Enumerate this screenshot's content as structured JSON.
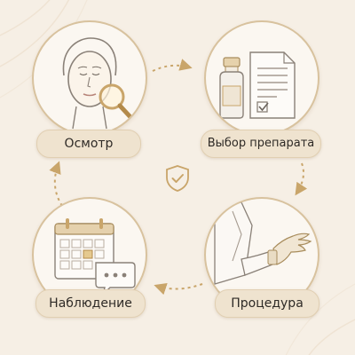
{
  "stages": [
    {
      "label": "Осмотр",
      "icon": "face-magnifier-icon"
    },
    {
      "label": "Выбор препарата",
      "icon": "vial-document-icon"
    },
    {
      "label": "Процедура",
      "icon": "gloved-hand-icon"
    },
    {
      "label": "Наблюдение",
      "icon": "calendar-chat-icon"
    }
  ],
  "center_icon": "shield-check-icon",
  "colors": {
    "background": "#f6efe5",
    "accent": "#c9a56a",
    "label_bg": "#efe3cf",
    "circle_border": "#d8c29e",
    "line_art": "#8a8178"
  }
}
